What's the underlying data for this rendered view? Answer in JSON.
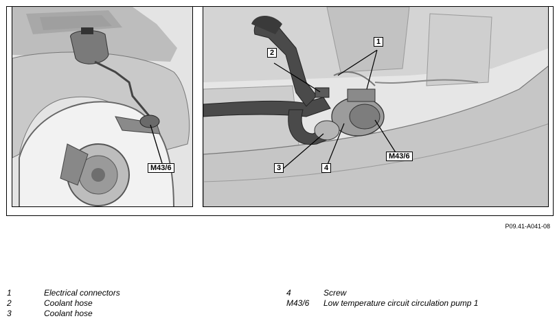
{
  "figure": {
    "left_callouts": [
      {
        "id": "m43_6",
        "label": "M43/6"
      }
    ],
    "right_callouts": [
      {
        "id": "c1",
        "label": "1"
      },
      {
        "id": "c2",
        "label": "2"
      },
      {
        "id": "c3",
        "label": "3"
      },
      {
        "id": "c4",
        "label": "4"
      },
      {
        "id": "m43_6",
        "label": "M43/6"
      }
    ],
    "figure_code": "P09.41-A041-08"
  },
  "legend": {
    "left": [
      {
        "key": "1",
        "text": "Electrical connectors"
      },
      {
        "key": "2",
        "text": "Coolant hose"
      },
      {
        "key": "3",
        "text": "Coolant hose"
      }
    ],
    "right": [
      {
        "key": "4",
        "text": "Screw"
      },
      {
        "key": "M43/6",
        "text": "Low temperature circuit circulation pump 1"
      }
    ]
  },
  "colors": {
    "body_gray": "#c9c9c9",
    "dark_hose": "#4a4a4a",
    "background_gray": "#dcdcdc"
  }
}
